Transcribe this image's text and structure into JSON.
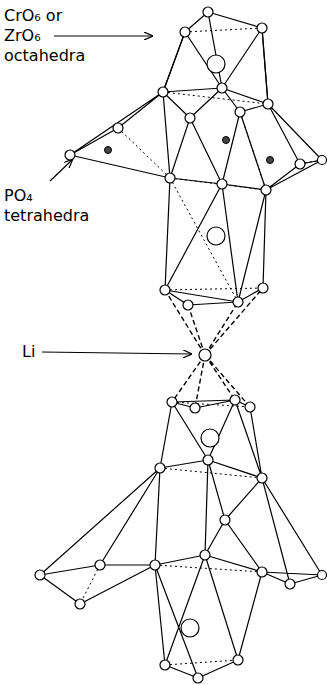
{
  "diagram": {
    "labels": [
      "CrO₆ or ZrO₆ octahedra",
      "PO₄ tetrahedra",
      "Li"
    ]
  }
}
